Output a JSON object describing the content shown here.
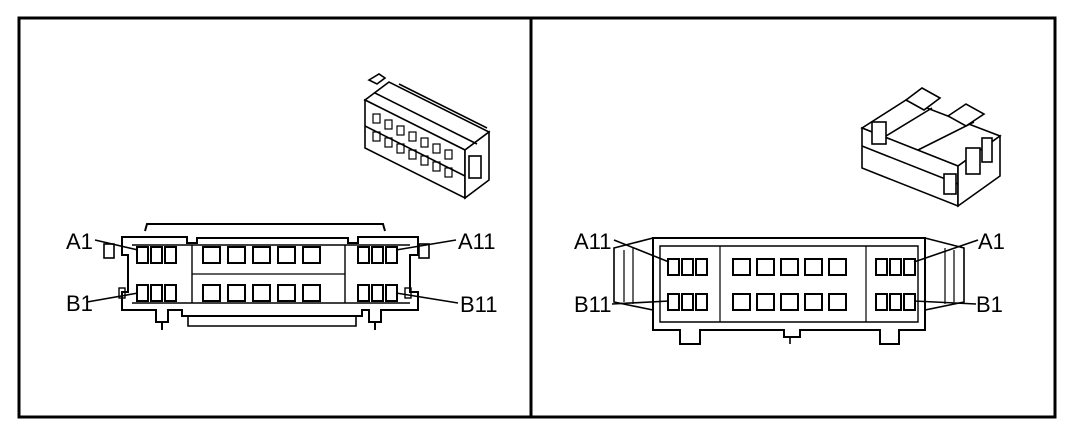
{
  "panels": [
    {
      "id": "left",
      "labels": {
        "top_left": "A1",
        "top_right": "A11",
        "bottom_left": "B1",
        "bottom_right": "B11"
      }
    },
    {
      "id": "right",
      "labels": {
        "top_left": "A11",
        "top_right": "A1",
        "bottom_left": "B11",
        "bottom_right": "B1"
      }
    }
  ],
  "colors": {
    "ink": "#000000",
    "paper": "#ffffff"
  },
  "icons": [
    "connector-3d-icon",
    "connector-face-icon"
  ]
}
